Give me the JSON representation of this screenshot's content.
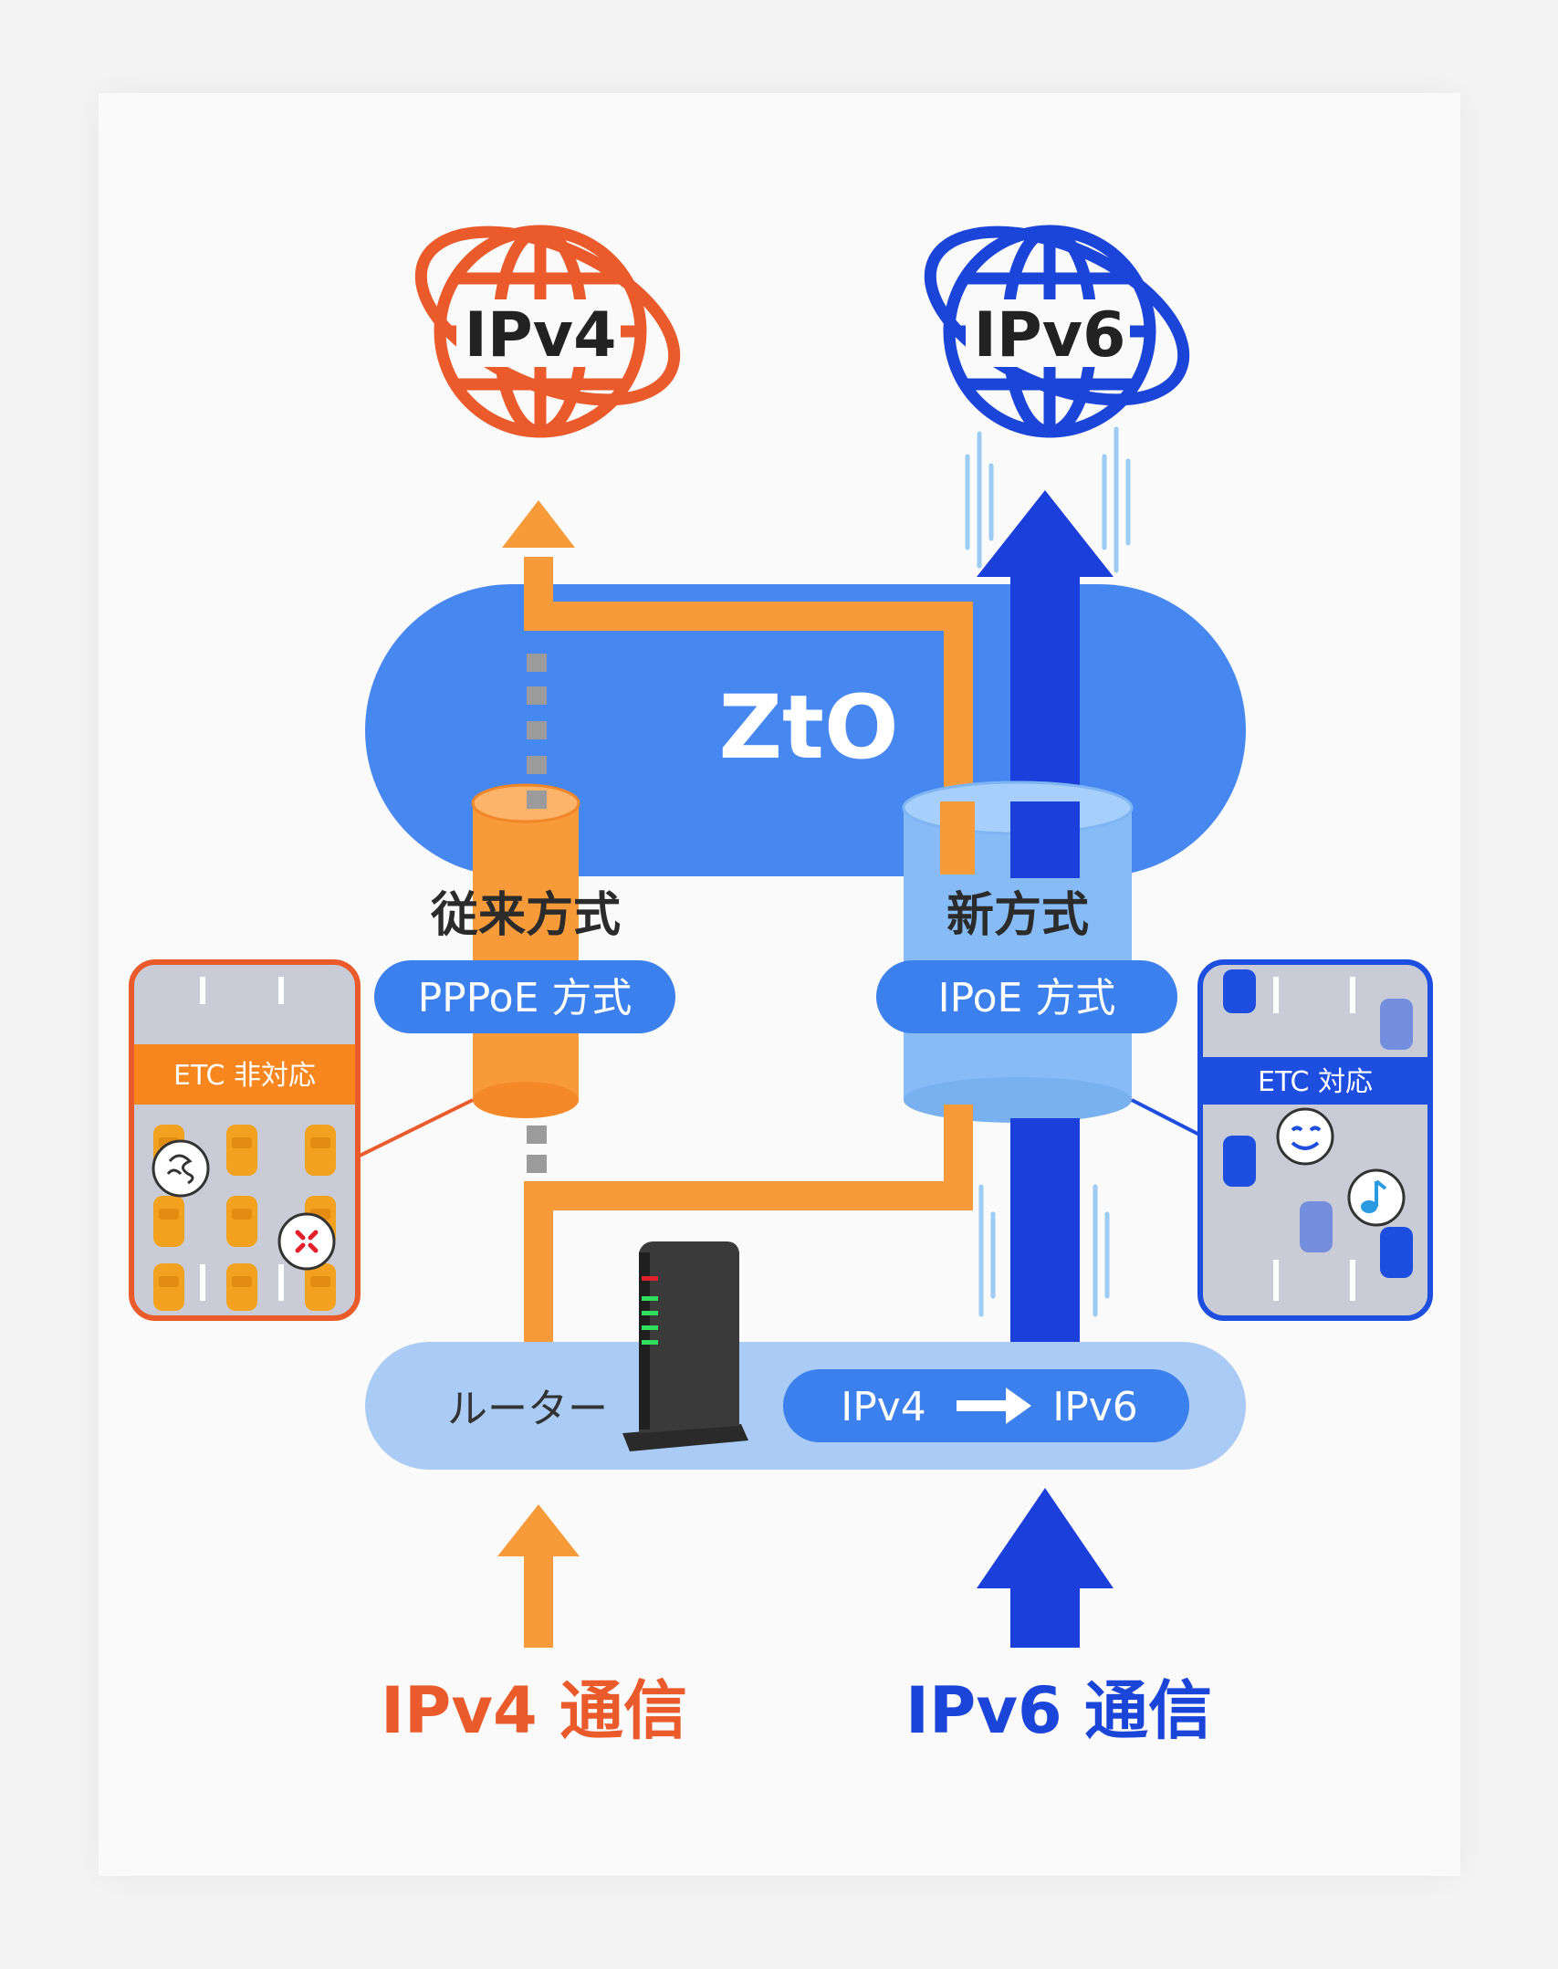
{
  "globes": {
    "ipv4": {
      "label": "IPv4",
      "color": "#ea5a2a"
    },
    "ipv6": {
      "label": "IPv6",
      "color": "#1a45d8"
    }
  },
  "network": {
    "name": "ZtO",
    "color": "#4787f0"
  },
  "methods": {
    "legacy": {
      "heading": "従来方式",
      "pill": "PPPoE 方式",
      "color": "#f79a3a"
    },
    "new": {
      "heading": "新方式",
      "pill": "IPoE 方式",
      "color": "#86bbf5"
    }
  },
  "etc": {
    "unsupported": {
      "label": "ETC 非対応",
      "color": "#f7861f"
    },
    "supported": {
      "label": "ETC 対応",
      "color": "#1e4ee0"
    }
  },
  "router": {
    "label": "ルーター",
    "conversion": {
      "from": "IPv4",
      "to": "IPv6"
    }
  },
  "traffic": {
    "ipv4": "IPv4 通信",
    "ipv6": "IPv6 通信"
  }
}
